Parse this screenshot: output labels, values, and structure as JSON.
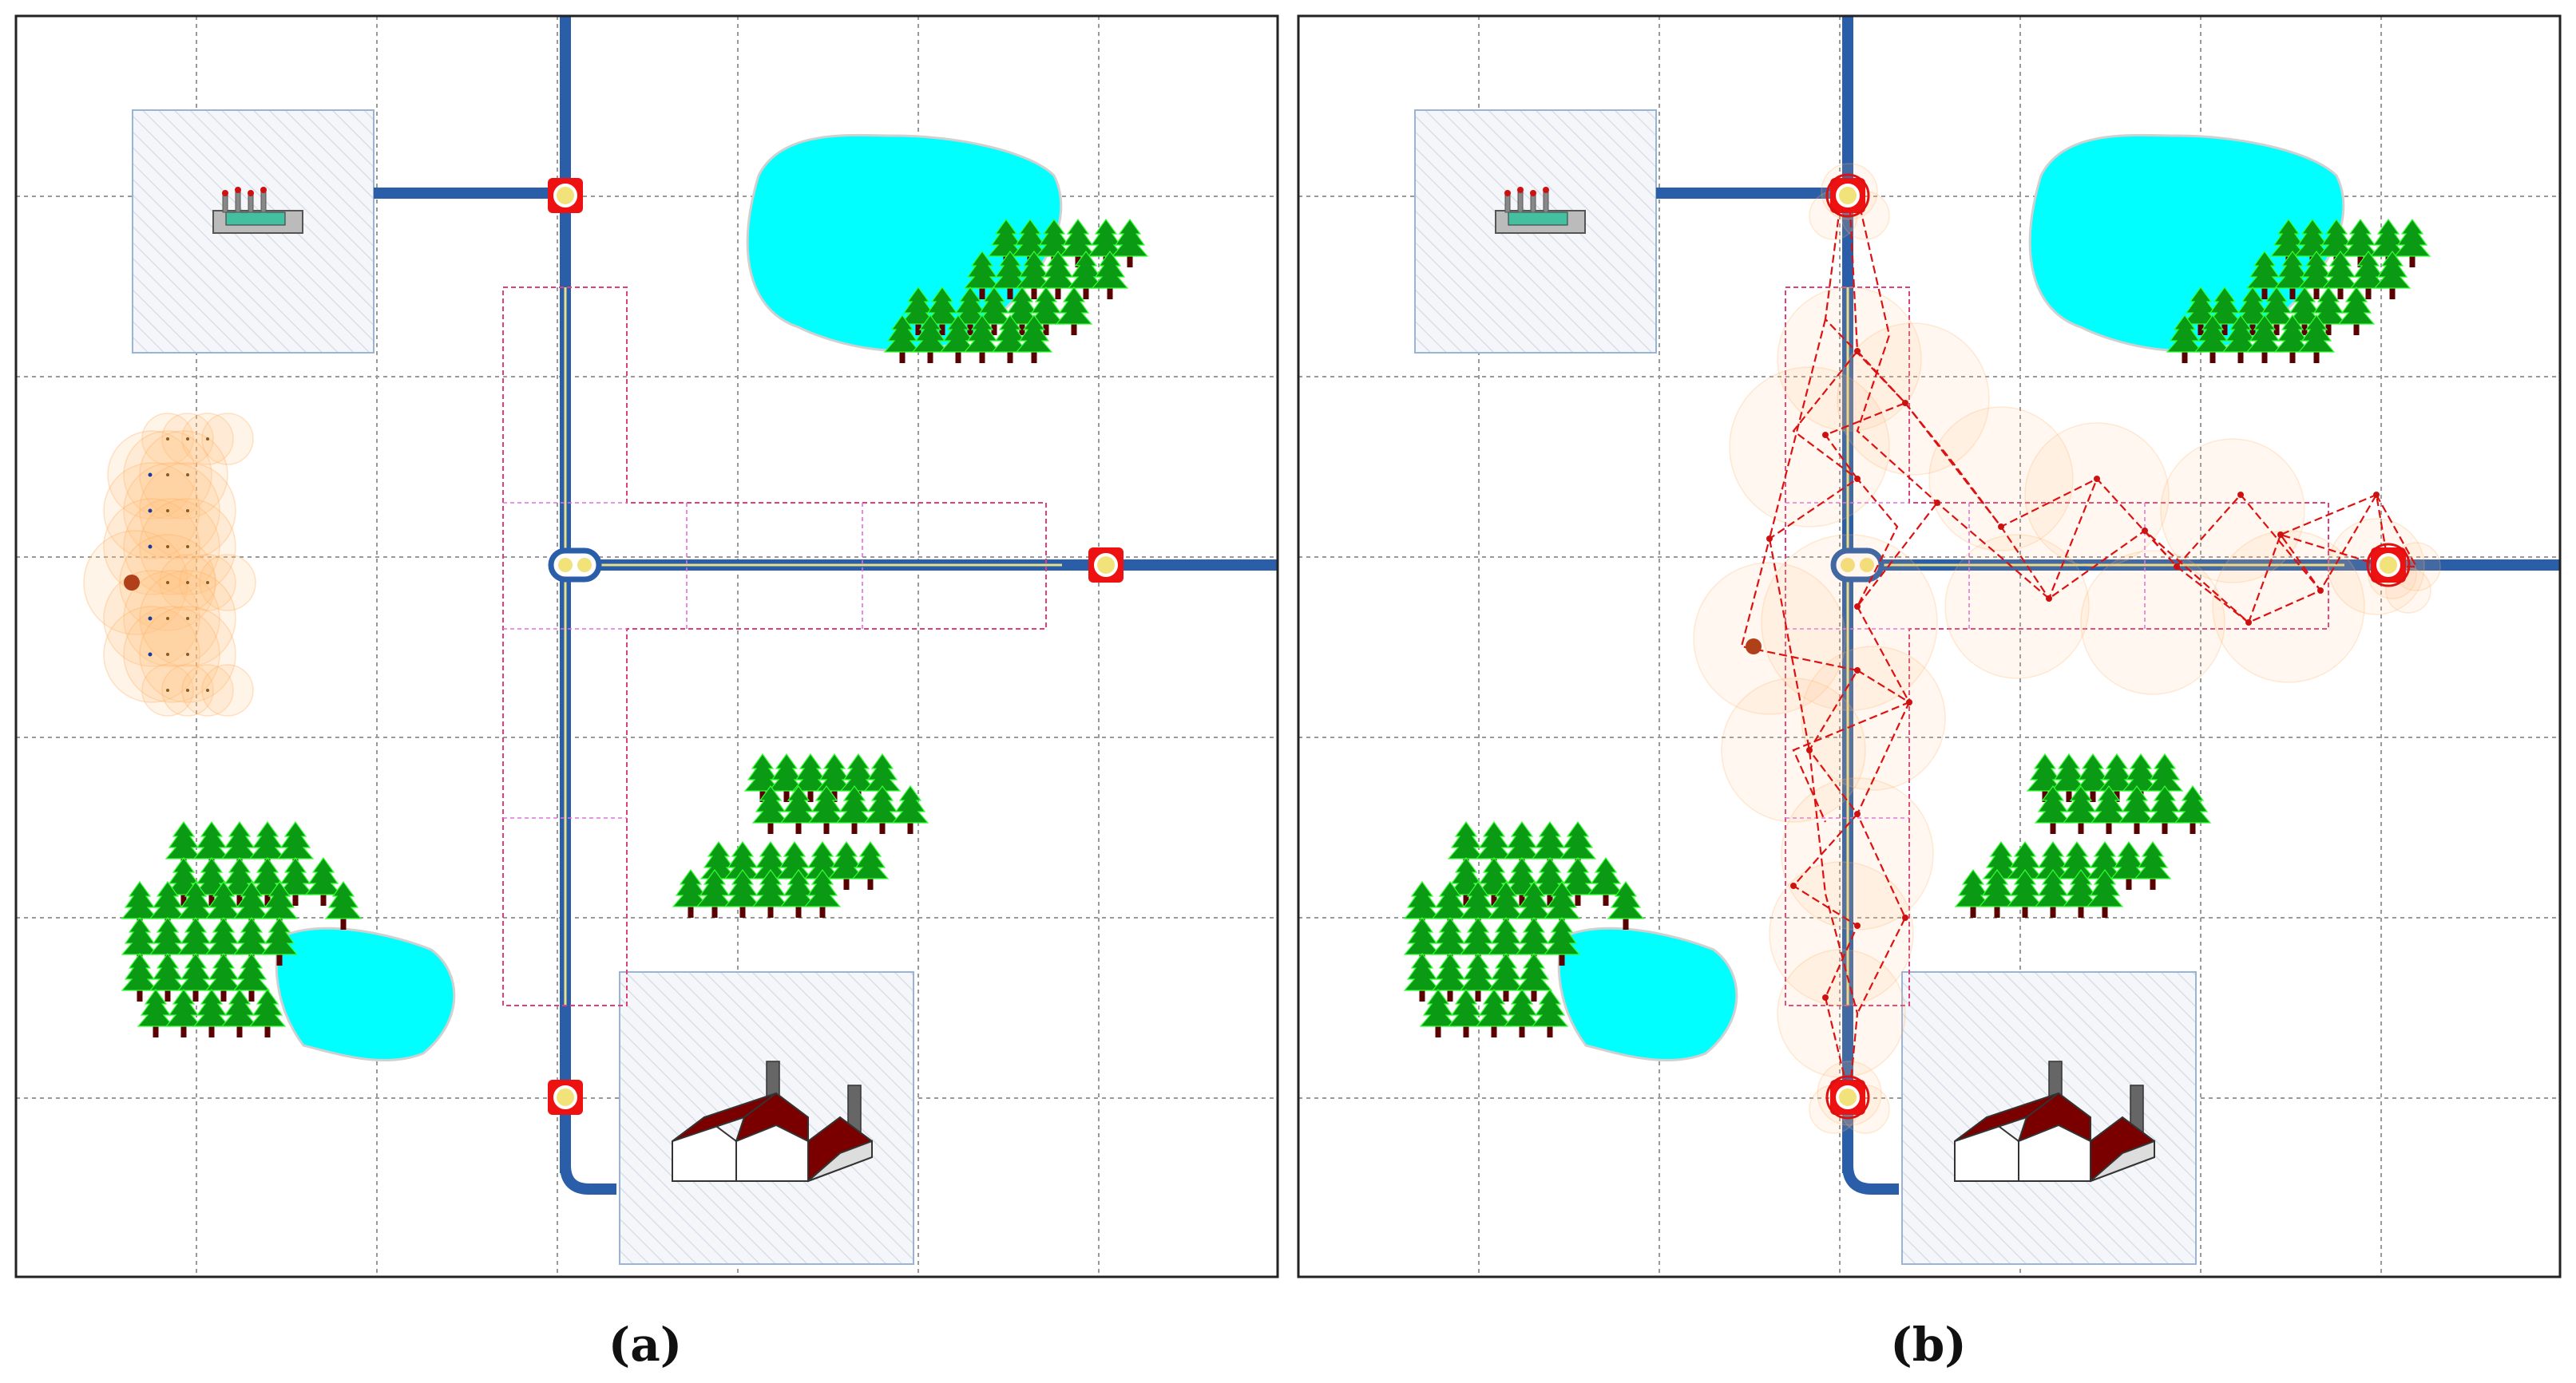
{
  "panels": [
    {
      "id": "a",
      "label": "(a)",
      "mode": "grid-sampling"
    },
    {
      "id": "b",
      "label": "(b)",
      "mode": "path-planning"
    }
  ],
  "colors": {
    "road": "#2a5ea8",
    "road_center": "#e6e08a",
    "water": "#00ffff",
    "tree": "#0a9a14",
    "trunk": "#5a0000",
    "factory_roof": "#7a0000",
    "node_ring": "#ee1111",
    "zone_outline": "#e0407a",
    "halo": "#ffc080",
    "path": "#dd1111",
    "grid": "#9a9a9a"
  },
  "icons": [
    "power-plant-icon",
    "factory-icon",
    "tree-icon",
    "waypoint-icon",
    "vehicle-icon",
    "start-point-icon"
  ]
}
